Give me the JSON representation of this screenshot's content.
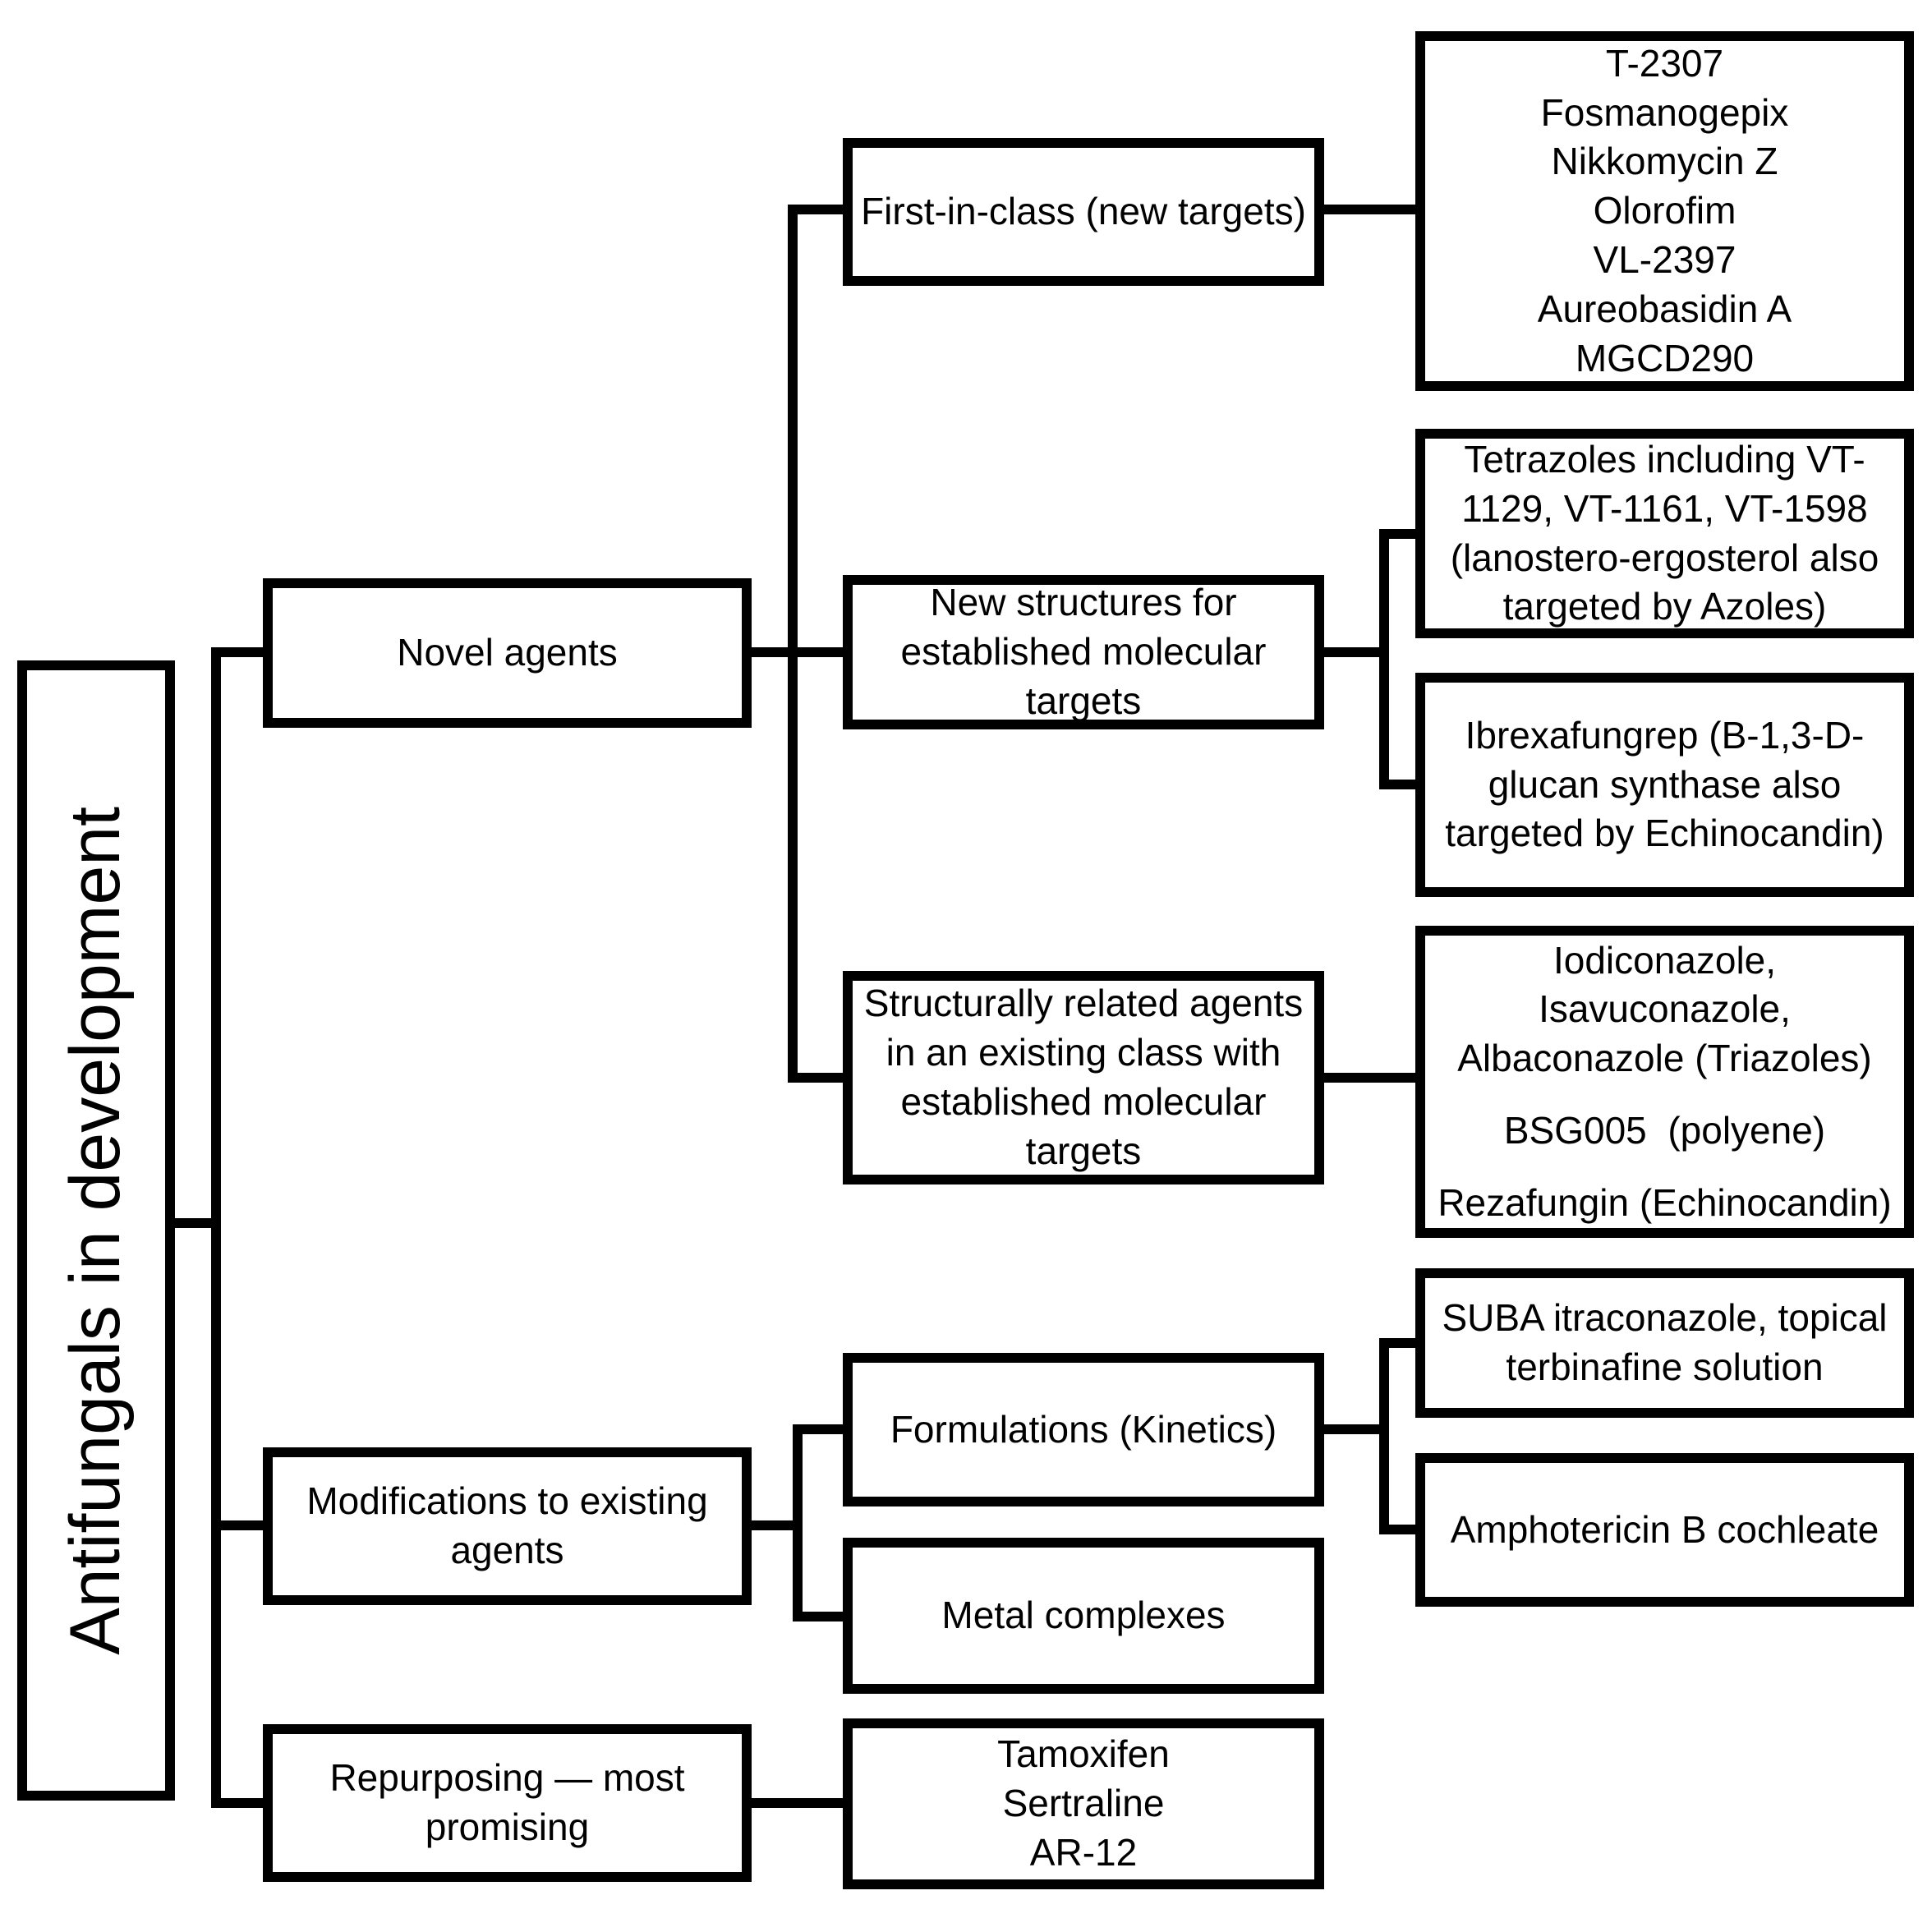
{
  "diagram_title": "Antifungals in development",
  "colors": {
    "border": "#000000",
    "background": "#ffffff",
    "text": "#000000"
  },
  "nodes": {
    "root": {
      "label": "Antifungals in development"
    },
    "novel": {
      "lines": [
        "Novel agents"
      ]
    },
    "modifications": {
      "lines": [
        "Modifications to existing",
        "agents"
      ]
    },
    "repurposing": {
      "lines": [
        "Repurposing — most",
        "promising"
      ]
    },
    "first_in_class": {
      "lines": [
        "First-in-class (new targets)"
      ]
    },
    "new_structures": {
      "lines": [
        "New structures for",
        "established molecular",
        "targets"
      ]
    },
    "structural": {
      "lines": [
        "Structurally related agents",
        "in an existing class with",
        "established molecular",
        "targets"
      ]
    },
    "formulations": {
      "lines": [
        "Formulations (Kinetics)"
      ]
    },
    "metal": {
      "lines": [
        "Metal complexes"
      ]
    },
    "fic_agents": {
      "lines": [
        "T-2307",
        "Fosmanogepix",
        "Nikkomycin Z",
        "Olorofim",
        "VL-2397",
        "Aureobasidin A",
        "MGCD290"
      ]
    },
    "tetrazoles": {
      "lines": [
        "Tetrazoles including VT-",
        "1129, VT-1161, VT-1598",
        "(lanostero-ergosterol also",
        "targeted by Azoles)"
      ]
    },
    "ibrexafungrep": {
      "lines": [
        "Ibrexafungrep (B-1,3-D-",
        "glucan synthase also",
        "targeted by Echinocandin)"
      ]
    },
    "triazoles_group": {
      "lines": [
        "Iodiconazole, Isavuconazole,",
        "Albaconazole (Triazoles)",
        "BSG005  (polyene)",
        "Rezafungin (Echinocandin)"
      ]
    },
    "suba": {
      "lines": [
        "SUBA itraconazole, topical",
        "terbinafine solution"
      ]
    },
    "amphotericin": {
      "lines": [
        "Amphotericin B cochleate"
      ]
    },
    "repurposing_agents": {
      "lines": [
        "Tamoxifen",
        "Sertraline",
        "AR-12"
      ]
    }
  },
  "hierarchy": [
    {
      "parent": "root",
      "children": [
        "novel",
        "modifications",
        "repurposing"
      ]
    },
    {
      "parent": "novel",
      "children": [
        "first_in_class",
        "new_structures",
        "structural"
      ]
    },
    {
      "parent": "first_in_class",
      "children": [
        "fic_agents"
      ]
    },
    {
      "parent": "new_structures",
      "children": [
        "tetrazoles",
        "ibrexafungrep"
      ]
    },
    {
      "parent": "structural",
      "children": [
        "triazoles_group"
      ]
    },
    {
      "parent": "modifications",
      "children": [
        "formulations",
        "metal"
      ]
    },
    {
      "parent": "formulations",
      "children": [
        "suba",
        "amphotericin"
      ]
    },
    {
      "parent": "repurposing",
      "children": [
        "repurposing_agents"
      ]
    }
  ]
}
